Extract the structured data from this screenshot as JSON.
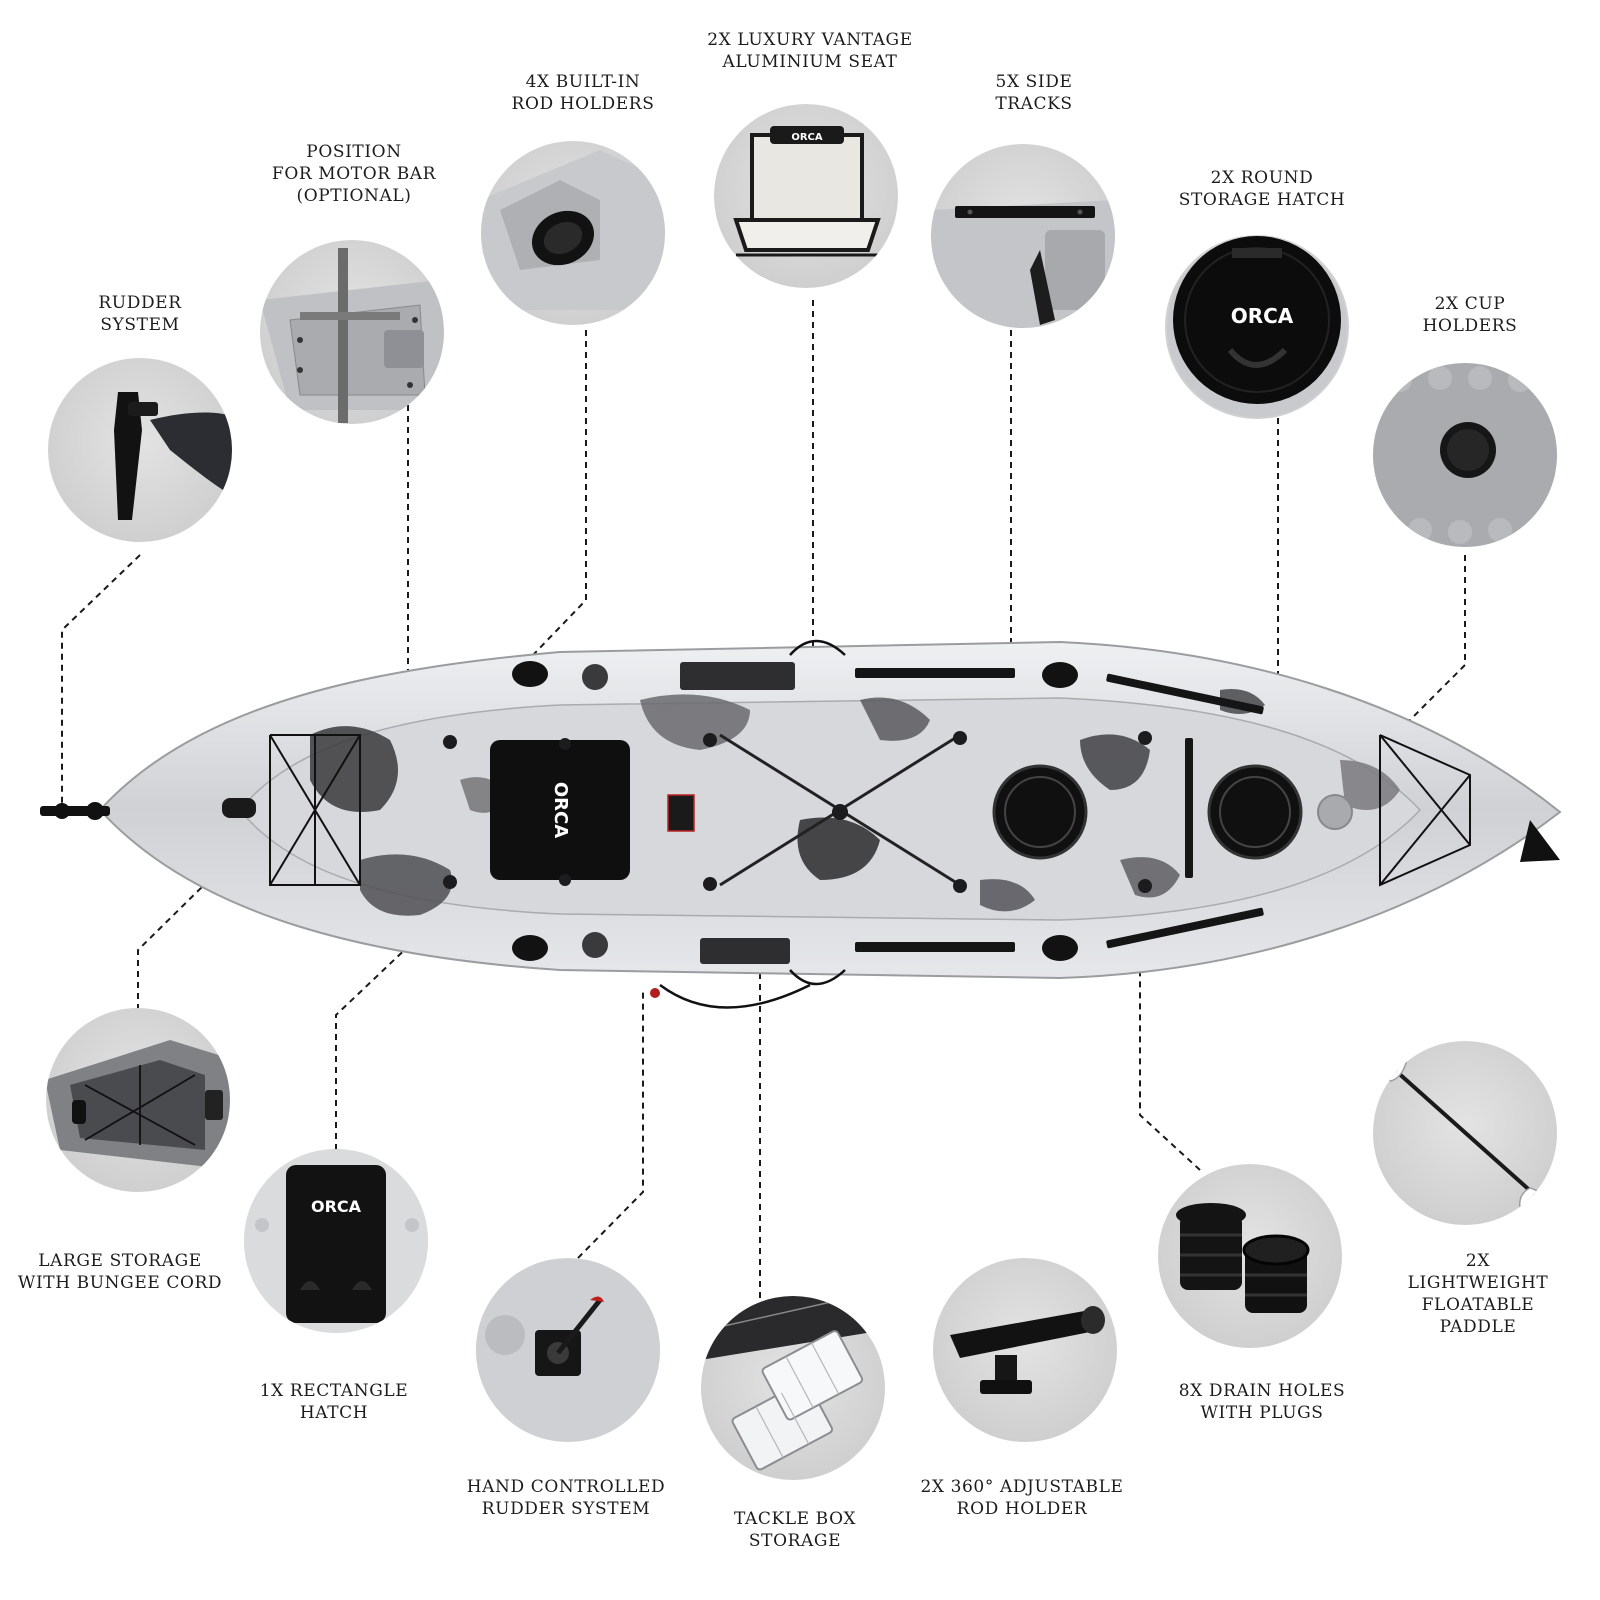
{
  "brand": {
    "logo_text": "ORCA"
  },
  "colors": {
    "circle_fill": "#d4d4d4",
    "circle_dark": "#9a9a9a",
    "hull_light": "#e2e3e6",
    "hull_mid": "#b4b6ba",
    "hull_dark": "#2a2a2c",
    "accessory_black": "#141414",
    "leader_line": "#1a1a1a",
    "text": "#1c1c1c"
  },
  "features": [
    {
      "id": "rudder-system",
      "label": "RUDDER\nSYSTEM",
      "icon": "rudder-icon"
    },
    {
      "id": "motor-bar",
      "label": "POSITION\nFOR MOTOR BAR\n(OPTIONAL)",
      "icon": "motor-bar-icon"
    },
    {
      "id": "rod-holders",
      "label": "4X BUILT-IN\nROD HOLDERS",
      "icon": "rod-holder-icon"
    },
    {
      "id": "seat",
      "label": "2X LUXURY VANTAGE\nALUMINIUM SEAT",
      "icon": "seat-icon"
    },
    {
      "id": "side-tracks",
      "label": "5X SIDE\nTRACKS",
      "icon": "track-icon"
    },
    {
      "id": "round-hatch",
      "label": "2X ROUND\nSTORAGE HATCH",
      "icon": "round-hatch-icon"
    },
    {
      "id": "cup-holders",
      "label": "2X CUP\nHOLDERS",
      "icon": "cup-holder-icon"
    },
    {
      "id": "large-storage",
      "label": "LARGE STORAGE\nWITH BUNGEE CORD",
      "icon": "bungee-storage-icon"
    },
    {
      "id": "rectangle-hatch",
      "label": "1X RECTANGLE\nHATCH",
      "icon": "rectangle-hatch-icon"
    },
    {
      "id": "hand-rudder",
      "label": "HAND CONTROLLED\nRUDDER SYSTEM",
      "icon": "hand-rudder-icon"
    },
    {
      "id": "tackle-box",
      "label": "TACKLE BOX\nSTORAGE",
      "icon": "tackle-box-icon"
    },
    {
      "id": "adjustable-rod-holder",
      "label": "2X 360° ADJUSTABLE\nROD HOLDER",
      "icon": "adjustable-rod-holder-icon"
    },
    {
      "id": "drain-holes",
      "label": "8X DRAIN HOLES\nWITH PLUGS",
      "icon": "drain-plug-icon"
    },
    {
      "id": "paddle",
      "label": "2X LIGHTWEIGHT\nFLOATABLE PADDLE",
      "icon": "paddle-icon"
    }
  ]
}
